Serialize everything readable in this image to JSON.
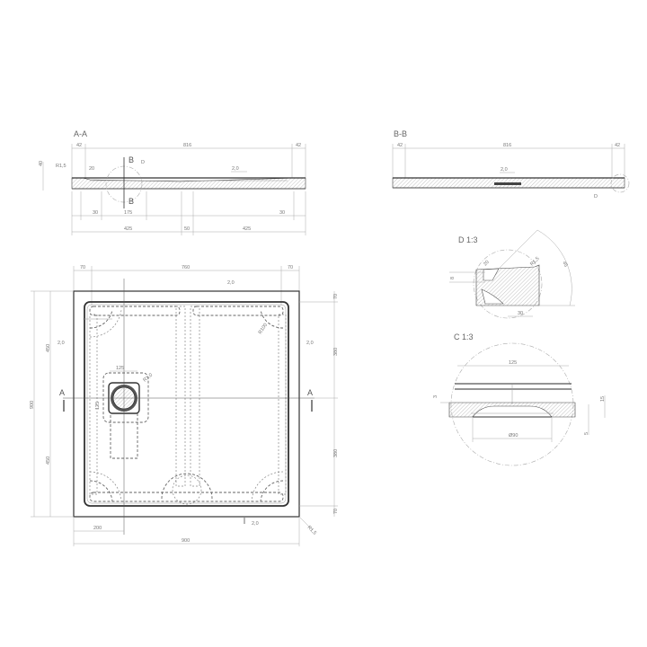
{
  "drawing": {
    "type": "shower-tray-technical-drawing",
    "views": {
      "section_aa": {
        "title": "A-A",
        "dims": {
          "left_flange": "42",
          "inner_width": "816",
          "right_flange": "42",
          "height": "40",
          "radius_edge": "R1,5",
          "angle": "20",
          "thickness": "2,0",
          "left_offset": "30",
          "drain_box": "175",
          "right_offset": "30",
          "left_half": "425",
          "center_gap": "50",
          "right_half": "425",
          "detail_label": "D"
        },
        "section_marker": "B"
      },
      "section_bb": {
        "title": "B-B",
        "dims": {
          "left_flange": "42",
          "inner_width": "816",
          "right_flange": "42",
          "thickness": "2,0",
          "detail_label": "D"
        }
      },
      "plan": {
        "dims": {
          "top_left_rim": "70",
          "top_inner": "760",
          "top_right_rim": "70",
          "top_thickness": "2,0",
          "overall_height": "900",
          "left_upper": "450",
          "left_lower": "450",
          "left_wall": "2,0",
          "right_top_rim": "70",
          "right_upper": "380",
          "right_lower": "380",
          "right_bottom_rim": "70",
          "right_wall": "2,0",
          "corner_radius": "R100",
          "drain_square": "125",
          "drain_offset": "125",
          "drain_radius": "R1,0",
          "drain_from_left": "200",
          "overall_width": "900",
          "bottom_wall": "2,0",
          "corner_outer": "R1,5"
        },
        "section_marker": "A"
      },
      "detail_d": {
        "title": "D 1:3",
        "dims": {
          "height": "8",
          "angle_inner": "20",
          "radius": "R1,5",
          "angle_outer": "45",
          "width": "30"
        }
      },
      "detail_c": {
        "title": "C 1:3",
        "dims": {
          "square": "125",
          "left_height": "3",
          "right_height": "15",
          "right_lower": "5",
          "diameter": "Ø90"
        }
      }
    }
  }
}
